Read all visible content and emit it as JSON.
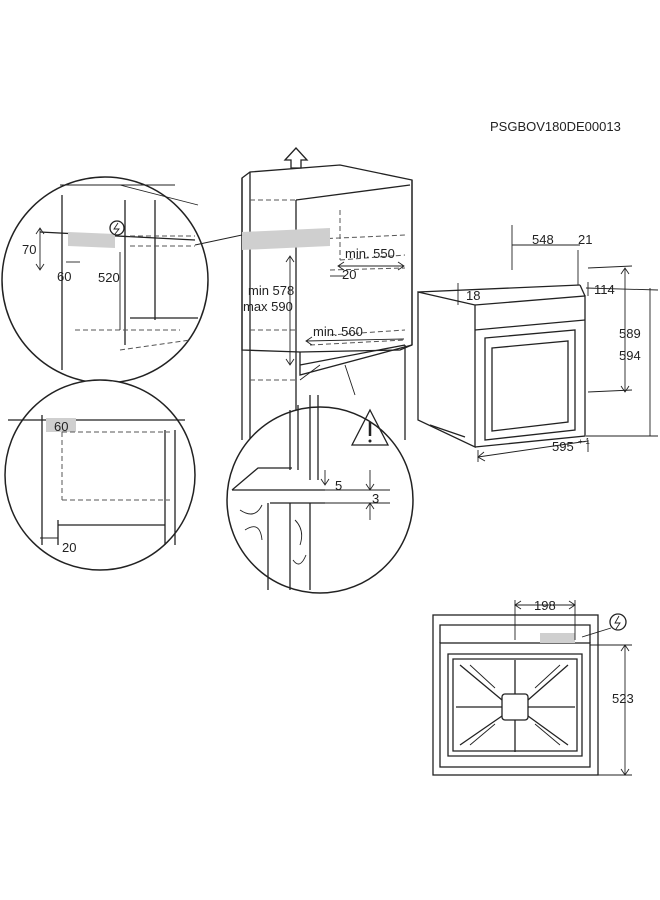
{
  "drawing_code": "PSGBOV180DE00013",
  "labels": {
    "d70": "70",
    "d60a": "60",
    "d520": "520",
    "d60b": "60",
    "d20a": "20",
    "min578": "min 578",
    "max590": "max 590",
    "min550": "min. 550",
    "d20b": "20",
    "min560": "min. 560",
    "d5": "5",
    "d3": "3",
    "d548": "548",
    "d21": "21",
    "d18": "18",
    "d114": "114",
    "d589": "589",
    "d594": "594",
    "d595": "595",
    "tol595": "+-1",
    "d198": "198",
    "d523": "523"
  },
  "icons": [
    "power-connection-icon",
    "warning-icon",
    "up-arrow-icon"
  ]
}
